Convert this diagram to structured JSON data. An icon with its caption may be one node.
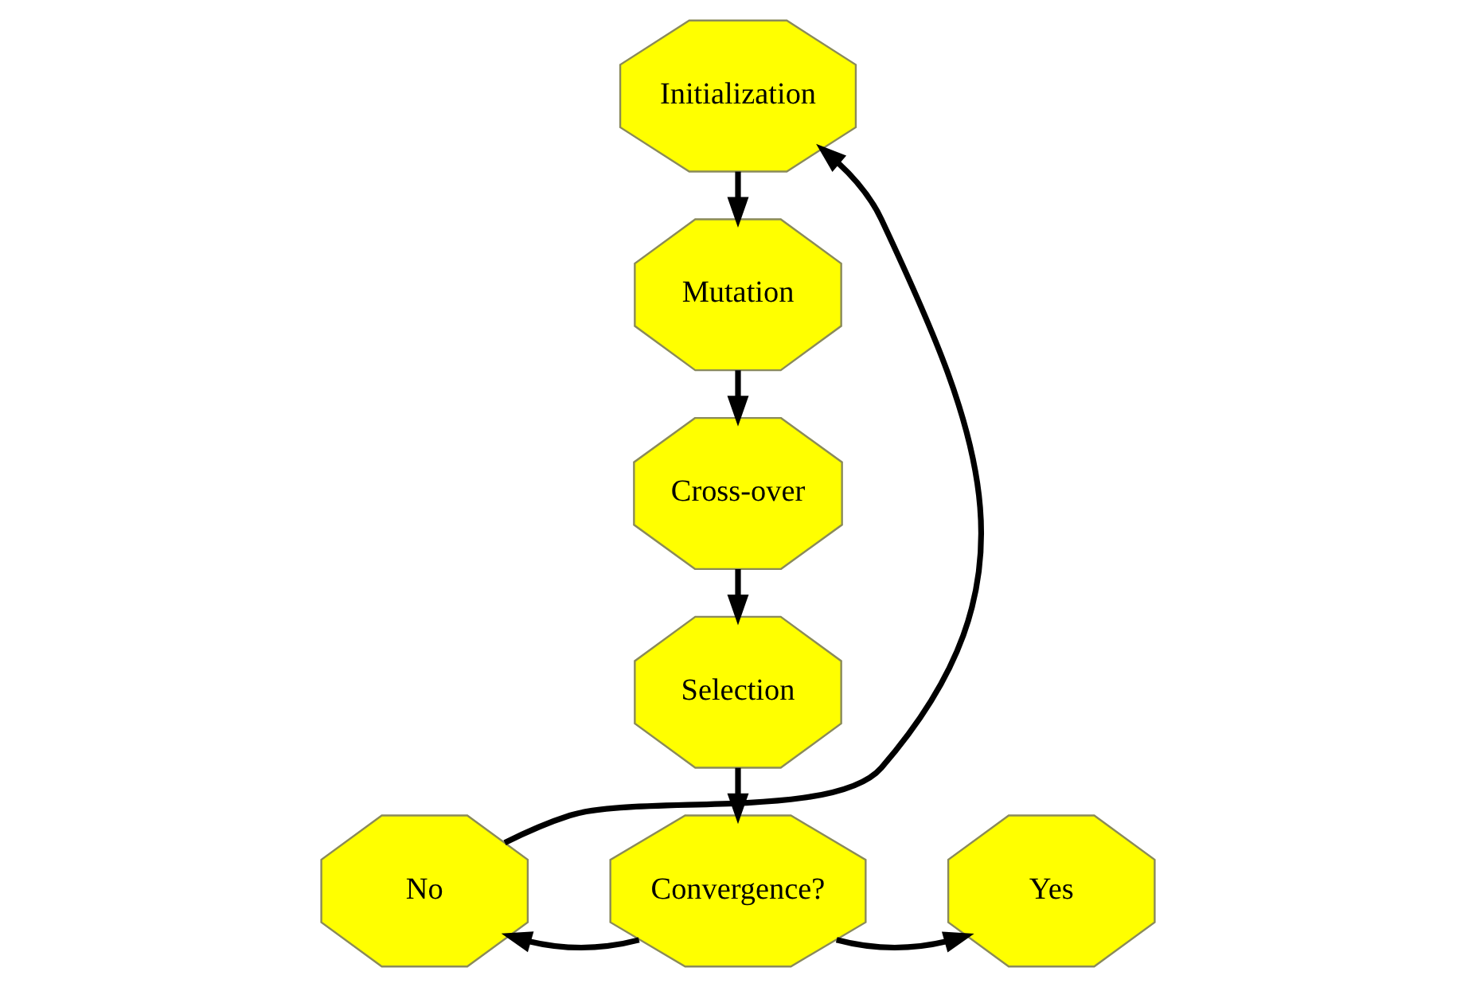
{
  "diagram": {
    "nodes": [
      {
        "text": [
          "Initialization"
        ]
      },
      {
        "text": [
          "Mutation"
        ]
      },
      {
        "text": [
          "Cross-over"
        ]
      },
      {
        "text": [
          "Selection"
        ]
      },
      {
        "text": [
          "No"
        ]
      },
      {
        "text": [
          "Convergence?"
        ]
      },
      {
        "text": [
          "Yes"
        ]
      }
    ],
    "edges": [
      {
        "from": 0,
        "to": 1,
        "arrow": "to"
      },
      {
        "from": 1,
        "to": 2,
        "arrow": "to"
      },
      {
        "from": 2,
        "to": 3,
        "arrow": "to"
      },
      {
        "from": 3,
        "to": 5,
        "arrow": "to"
      },
      {
        "from": 5,
        "to": 4,
        "arrow": "to"
      },
      {
        "from": 5,
        "to": 6,
        "arrow": "to"
      },
      {
        "from": 4,
        "to": 0,
        "arrow": "to"
      }
    ]
  }
}
